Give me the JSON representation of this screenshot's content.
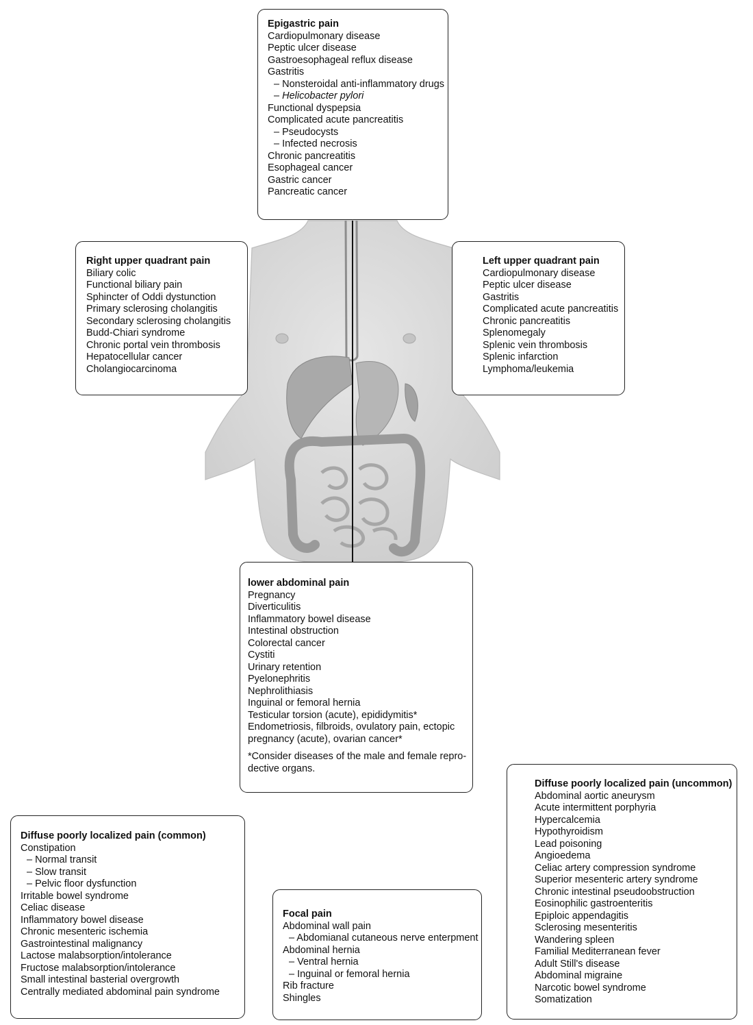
{
  "epigastric": {
    "title": "Epigastric pain",
    "items": [
      {
        "text": "Cardiopulmonary disease"
      },
      {
        "text": "Peptic ulcer disease"
      },
      {
        "text": "Gastroesophageal reflux disease"
      },
      {
        "text": "Gastritis"
      },
      {
        "text": "– Nonsteroidal anti-inflammatory drugs",
        "sub": true
      },
      {
        "text": "– Helicobacter pylori",
        "sub": true,
        "italic": true
      },
      {
        "text": "Functional dyspepsia"
      },
      {
        "text": "Complicated acute pancreatitis"
      },
      {
        "text": "– Pseudocysts",
        "sub": true
      },
      {
        "text": "– Infected necrosis",
        "sub": true
      },
      {
        "text": "Chronic pancreatitis"
      },
      {
        "text": "Esophageal cancer"
      },
      {
        "text": "Gastric cancer"
      },
      {
        "text": "Pancreatic cancer"
      }
    ]
  },
  "right_upper": {
    "title": "Right upper quadrant pain",
    "items": [
      {
        "text": "Biliary colic"
      },
      {
        "text": "Functional biliary pain"
      },
      {
        "text": "Sphincter of Oddi dystunction"
      },
      {
        "text": "Primary sclerosing cholangitis"
      },
      {
        "text": "Secondary sclerosing cholangitis"
      },
      {
        "text": "Budd-Chiari syndrome"
      },
      {
        "text": "Chronic portal vein thrombosis"
      },
      {
        "text": "Hepatocellular cancer"
      },
      {
        "text": "Cholangiocarcinoma"
      }
    ]
  },
  "left_upper": {
    "title": "Left upper quadrant pain",
    "items": [
      {
        "text": "Cardiopulmonary disease"
      },
      {
        "text": "Peptic ulcer disease"
      },
      {
        "text": "Gastritis"
      },
      {
        "text": "Complicated acute pancreatitis"
      },
      {
        "text": "Chronic pancreatitis"
      },
      {
        "text": "Splenomegaly"
      },
      {
        "text": "Splenic vein thrombosis"
      },
      {
        "text": "Splenic infarction"
      },
      {
        "text": "Lymphoma/leukemia"
      }
    ]
  },
  "lower": {
    "title": "lower abdominal pain",
    "items": [
      {
        "text": "Pregnancy"
      },
      {
        "text": "Diverticulitis"
      },
      {
        "text": "Inflammatory bowel disease"
      },
      {
        "text": "Intestinal obstruction"
      },
      {
        "text": "Colorectal cancer"
      },
      {
        "text": "Cystiti"
      },
      {
        "text": "Urinary retention"
      },
      {
        "text": "Pyelonephritis"
      },
      {
        "text": "Nephrolithiasis"
      },
      {
        "text": "Inguinal or femoral hernia"
      },
      {
        "text": "Testicular torsion (acute), epididymitis*"
      },
      {
        "text": "Endometriosis, filbroids, ovulatory pain, ectopic"
      },
      {
        "text": "pregnancy (acute), ovarian cancer*"
      }
    ],
    "note": [
      "*Consider diseases of the male and female repro-",
      "dective organs."
    ]
  },
  "diffuse_common": {
    "title": "Diffuse poorly localized pain (common)",
    "items": [
      {
        "text": "Constipation"
      },
      {
        "text": "– Normal transit",
        "sub": true
      },
      {
        "text": "– Slow transit",
        "sub": true
      },
      {
        "text": "– Pelvic floor dysfunction",
        "sub": true
      },
      {
        "text": "Irritable bowel syndrome"
      },
      {
        "text": "Celiac disease"
      },
      {
        "text": "Inflammatory bowel disease"
      },
      {
        "text": "Chronic mesenteric ischemia"
      },
      {
        "text": "Gastrointestinal malignancy"
      },
      {
        "text": "Lactose malabsorption/intolerance"
      },
      {
        "text": "Fructose malabsorption/intolerance"
      },
      {
        "text": "Small intestinal basterial overgrowth"
      },
      {
        "text": "Centrally mediated abdominal pain syndrome"
      }
    ]
  },
  "focal": {
    "title": "Focal pain",
    "items": [
      {
        "text": "Abdominal wall pain"
      },
      {
        "text": "– Abdomianal cutaneous nerve enterpment",
        "sub": true
      },
      {
        "text": "Abdominal hernia"
      },
      {
        "text": "– Ventral hernia",
        "sub": true
      },
      {
        "text": "– Inguinal or femoral hernia",
        "sub": true
      },
      {
        "text": "Rib fracture"
      },
      {
        "text": "Shingles"
      }
    ]
  },
  "diffuse_uncommon": {
    "title": "Diffuse poorly localized pain (uncommon)",
    "items": [
      {
        "text": "Abdominal aortic aneurysm"
      },
      {
        "text": "Acute intermittent porphyria"
      },
      {
        "text": "Hypercalcemia"
      },
      {
        "text": "Hypothyroidism"
      },
      {
        "text": "Lead poisoning"
      },
      {
        "text": "Angioedema"
      },
      {
        "text": "Celiac artery compression syndrome"
      },
      {
        "text": "Superior mesenteric artery syndrome"
      },
      {
        "text": "Chronic intestinal pseudoobstruction"
      },
      {
        "text": "Eosinophilic gastroenteritis"
      },
      {
        "text": "Epiploic appendagitis"
      },
      {
        "text": "Sclerosing mesenteritis"
      },
      {
        "text": "Wandering spleen"
      },
      {
        "text": "Familial Mediterranean fever"
      },
      {
        "text": "Adult Still's disease"
      },
      {
        "text": "Abdominal migraine"
      },
      {
        "text": "Narcotic bowel syndrome"
      },
      {
        "text": "Somatization"
      }
    ]
  }
}
